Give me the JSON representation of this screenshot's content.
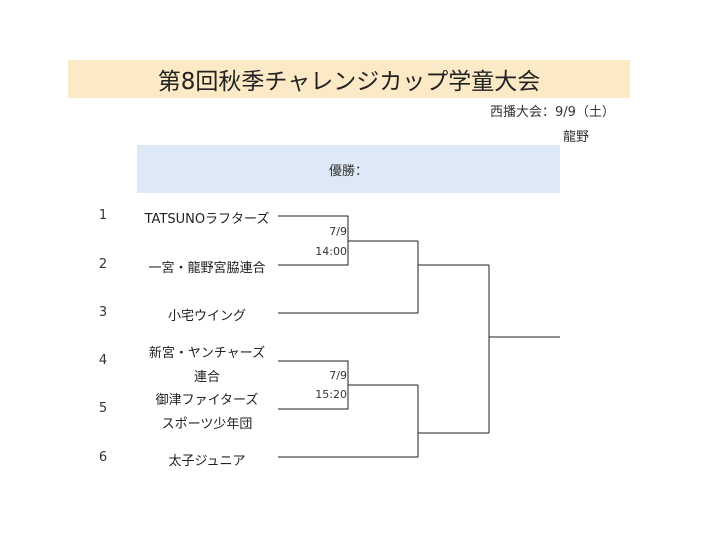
{
  "title": "第8回秋季チャレンジカップ学童大会",
  "venue_date": "西播大会：9/9（土）",
  "venue": "龍野",
  "winner_label": "優勝：",
  "entries": [
    {
      "seed": "1",
      "team": "TATSUNOラフターズ"
    },
    {
      "seed": "2",
      "team": "一宮・龍野宮脇連合"
    },
    {
      "seed": "3",
      "team": "小宅ウイング"
    },
    {
      "seed": "4",
      "team_lines": [
        "新宮・ヤンチャーズ",
        "連合"
      ]
    },
    {
      "seed": "5",
      "team_lines": [
        "御津ファイターズ",
        "スポーツ少年団"
      ]
    },
    {
      "seed": "6",
      "team": "太子ジュニア"
    }
  ],
  "matches": [
    {
      "date": "7/9",
      "time": "14:00"
    },
    {
      "date": "7/9",
      "time": "15:20"
    }
  ]
}
